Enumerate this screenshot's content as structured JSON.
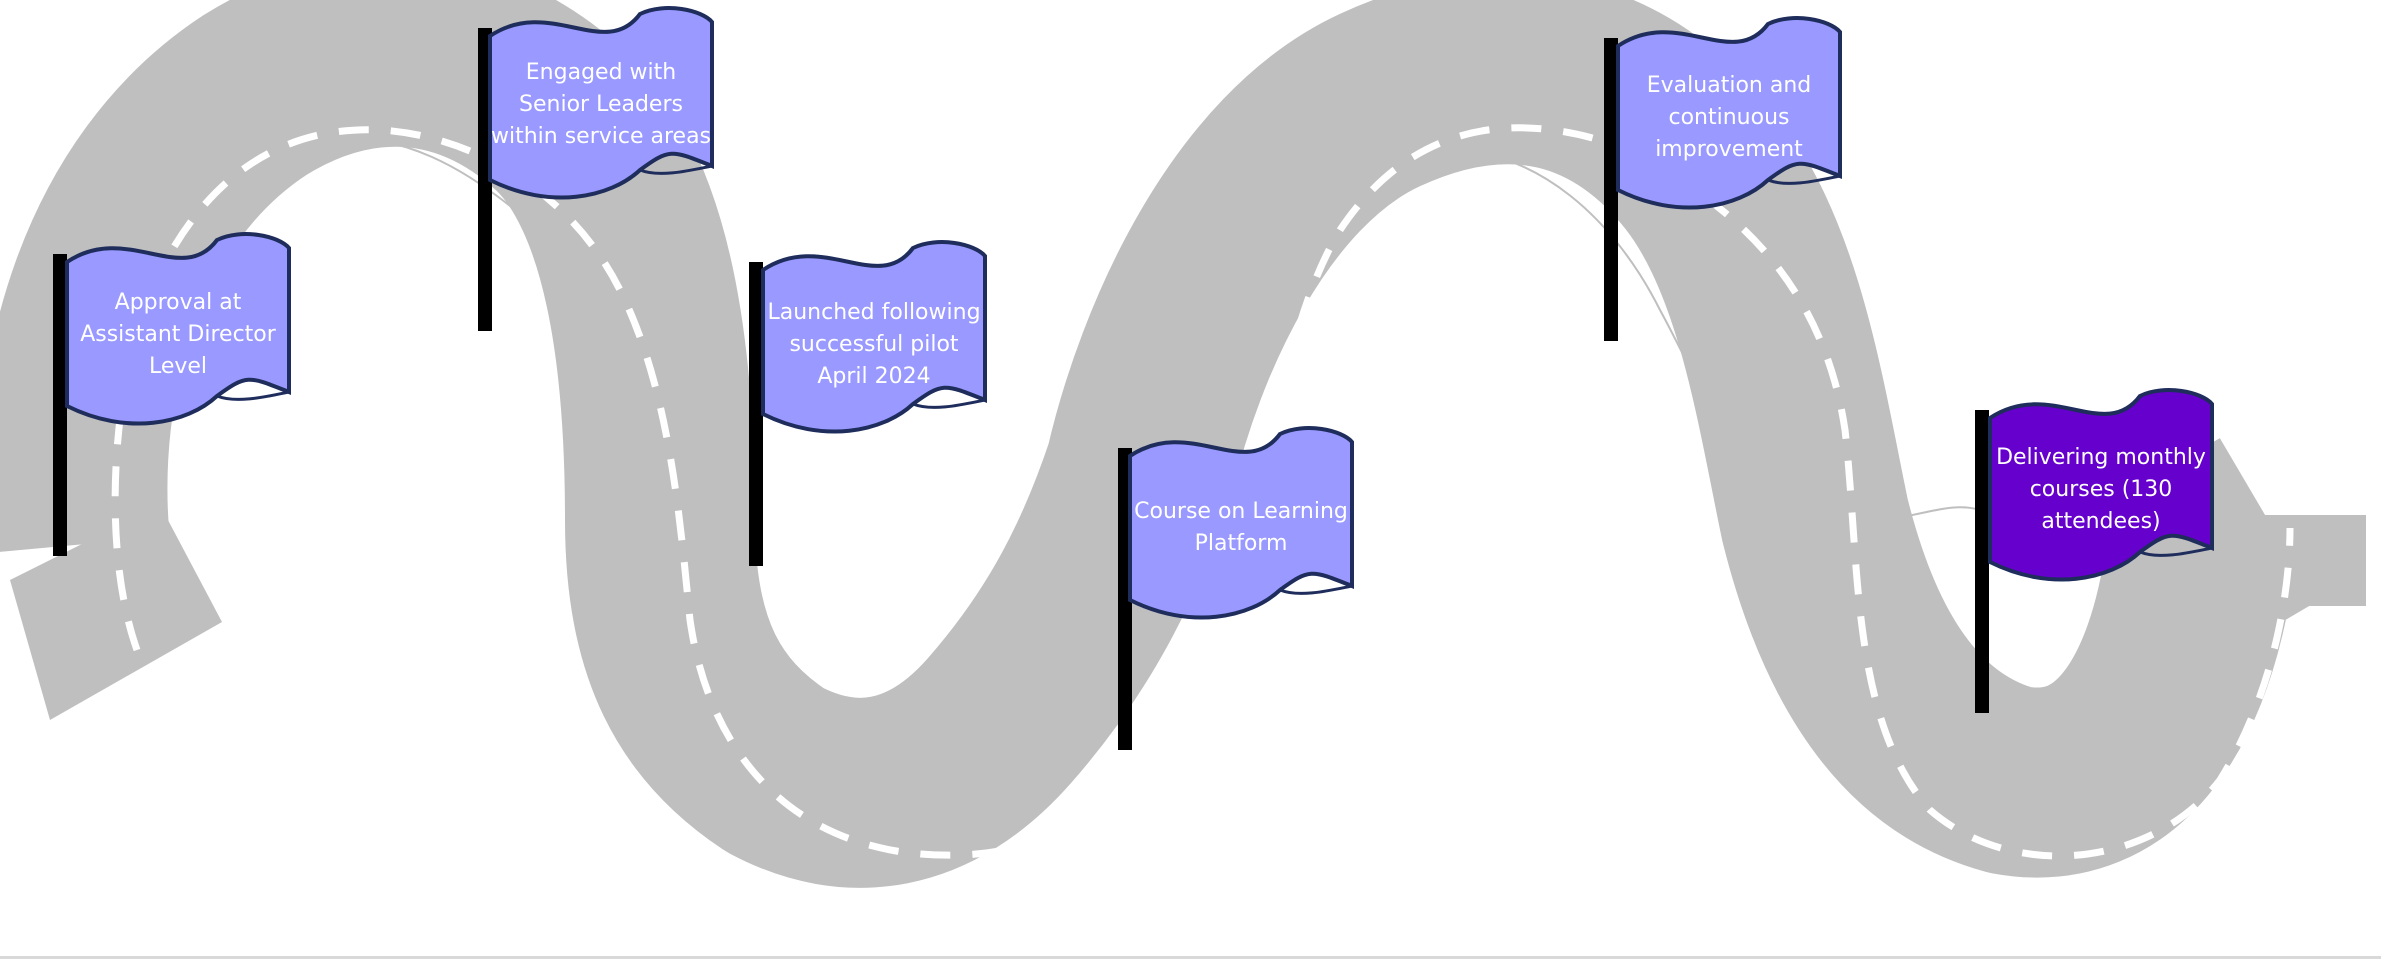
{
  "colors": {
    "road": "#bfbfbf",
    "road_dash": "#ffffff",
    "pole": "#000000",
    "flag_fill": "#9999ff",
    "flag_highlight_fill": "#6600cc",
    "flag_outline": "#1f2d5c",
    "baseline": "#d9d9d9"
  },
  "milestones": [
    {
      "text": "Approval at Assistant Director Level",
      "highlight": false
    },
    {
      "text": "Engaged with Senior Leaders within service areas",
      "highlight": false
    },
    {
      "text": "Launched following successful pilot April 2024",
      "highlight": false
    },
    {
      "text": "Course on Learning Platform",
      "highlight": false
    },
    {
      "text": "Evaluation and continuous improvement",
      "highlight": false
    },
    {
      "text": "Delivering monthly courses (130 attendees)",
      "highlight": true
    }
  ]
}
